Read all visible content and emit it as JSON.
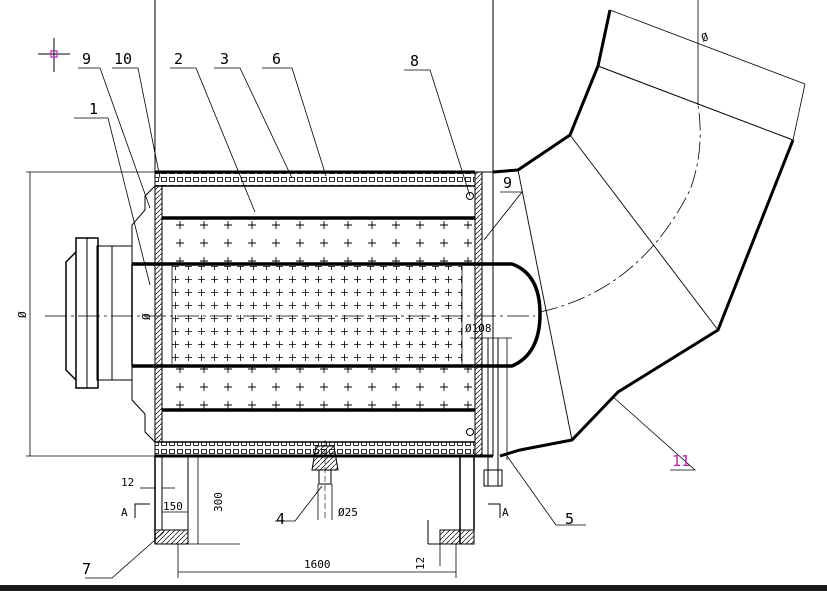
{
  "labels": {
    "n1": "1",
    "n2": "2",
    "n3": "3",
    "n4": "4",
    "n5": "5",
    "n6": "6",
    "n7": "7",
    "n8": "8",
    "n9a": "9",
    "n9b": "9",
    "n10": "10",
    "n11": "11"
  },
  "dims": {
    "dia_big": "Ø",
    "dia_inner": "Ø",
    "dia_elbow": "Ø",
    "d108": "Ø108",
    "d25": "Ø25",
    "d12a": "12",
    "d12b": "12",
    "d150": "150",
    "d300": "300",
    "d1600": "1600",
    "secA1": "A",
    "secA2": "A"
  },
  "colors": {
    "line": "#000000",
    "callout11": "#c020c0",
    "marker": "#c020c0"
  }
}
